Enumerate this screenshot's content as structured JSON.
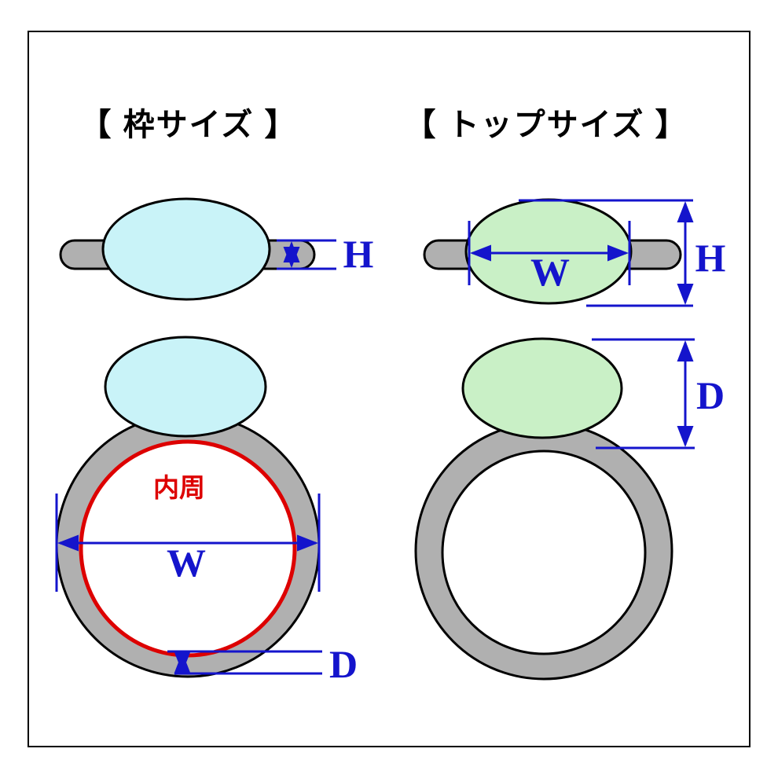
{
  "colors": {
    "background": "#ffffff",
    "border": "#000000",
    "outline": "#000000",
    "band_gray": "#b0b0b0",
    "stone_cyan": "#c9f3f8",
    "stone_green": "#c9f0c6",
    "measure_blue": "#1414cc",
    "inner_red": "#dd0000",
    "white": "#ffffff"
  },
  "left_section": {
    "title": "【 枠サイズ 】",
    "side_view": {
      "h_label": "H"
    },
    "front_view": {
      "inner_label": "内周",
      "w_label": "W",
      "d_label": "D"
    }
  },
  "right_section": {
    "title": "【 トップサイズ 】",
    "side_view": {
      "w_label": "W",
      "h_label": "H"
    },
    "front_view": {
      "d_label": "D"
    }
  }
}
